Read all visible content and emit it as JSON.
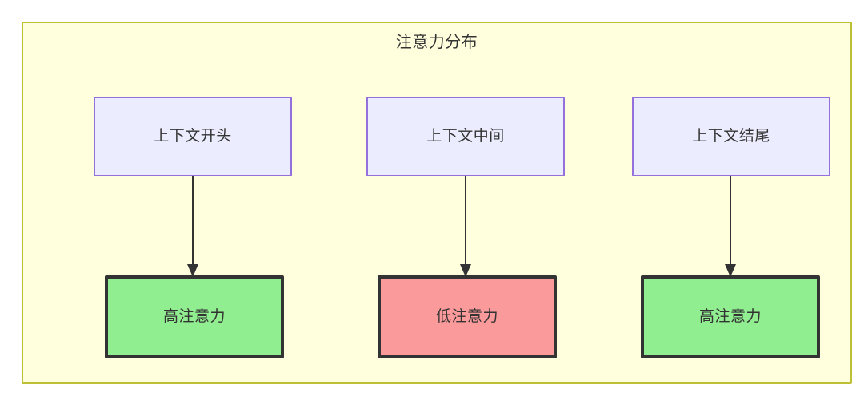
{
  "diagram": {
    "title": "注意力分布",
    "colors": {
      "container_bg": "#ffffde",
      "container_border": "#bfbf35",
      "context_bg": "#ececff",
      "context_border": "#9370db",
      "high_attention_bg": "#90ee90",
      "low_attention_bg": "#fa9a9a",
      "node_border_dark": "#333333",
      "edge": "#333333",
      "text": "#333333"
    },
    "columns": [
      {
        "context_label": "上下文开头",
        "attention_label": "高注意力",
        "attention_level": "high"
      },
      {
        "context_label": "上下文中间",
        "attention_label": "低注意力",
        "attention_level": "low"
      },
      {
        "context_label": "上下文结尾",
        "attention_label": "高注意力",
        "attention_level": "high"
      }
    ]
  }
}
